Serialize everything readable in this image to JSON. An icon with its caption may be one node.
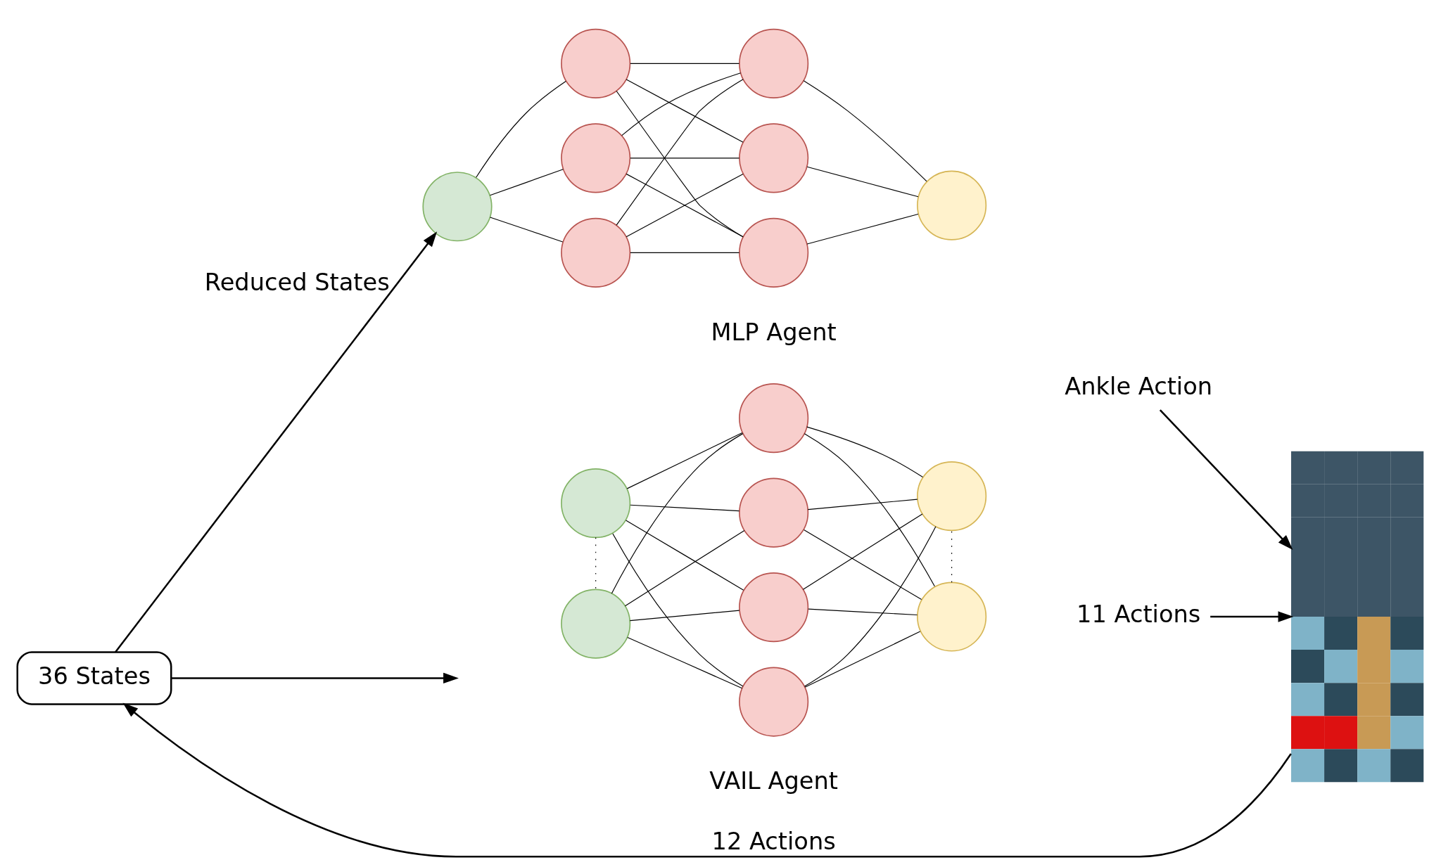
{
  "diagram": {
    "nodes": [
      {
        "text": [
          "36 States"
        ]
      },
      {
        "text": [],
        "shape": "circle"
      },
      {
        "text": [],
        "shape": "circle"
      },
      {
        "text": [],
        "shape": "circle"
      },
      {
        "text": [],
        "shape": "circle"
      },
      {
        "text": [],
        "shape": "circle"
      },
      {
        "text": [],
        "shape": "circle"
      },
      {
        "text": [],
        "shape": "circle"
      },
      {
        "text": [],
        "shape": "circle"
      },
      {
        "text": [
          "Ankle Action"
        ]
      },
      {
        "text": [],
        "shape": "circle"
      },
      {
        "text": [],
        "shape": "circle"
      },
      {
        "text": [],
        "shape": "circle"
      },
      {
        "text": [],
        "shape": "circle"
      },
      {
        "text": [],
        "shape": "circle"
      },
      {
        "text": [],
        "shape": "circle"
      },
      {
        "text": [],
        "shape": "circle"
      },
      {
        "text": [],
        "shape": "circle"
      },
      {
        "text": [
          "11 Actions"
        ]
      },
      {
        "text": [],
        "shape": "picture"
      }
    ],
    "edges": [
      {
        "from": 0,
        "to": 1,
        "arrow": "to",
        "label": "Reduced States"
      },
      {
        "from": 0,
        "to": null,
        "arrow": "to"
      },
      {
        "from": 1,
        "to": 2,
        "arrow": "none"
      },
      {
        "from": 1,
        "to": 3,
        "arrow": "none"
      },
      {
        "from": 1,
        "to": 4,
        "arrow": "none"
      },
      {
        "from": 2,
        "to": 5,
        "arrow": "none"
      },
      {
        "from": 2,
        "to": 6,
        "arrow": "none"
      },
      {
        "from": 2,
        "to": 7,
        "arrow": "none"
      },
      {
        "from": 3,
        "to": 5,
        "arrow": "none"
      },
      {
        "from": 3,
        "to": 6,
        "arrow": "none"
      },
      {
        "from": 3,
        "to": 7,
        "arrow": "none"
      },
      {
        "from": 4,
        "to": 5,
        "arrow": "none"
      },
      {
        "from": 4,
        "to": 6,
        "arrow": "none"
      },
      {
        "from": 4,
        "to": 7,
        "arrow": "none"
      },
      {
        "from": 5,
        "to": 8,
        "arrow": "none"
      },
      {
        "from": 6,
        "to": 8,
        "arrow": "none"
      },
      {
        "from": 7,
        "to": 8,
        "arrow": "none"
      },
      {
        "from": 9,
        "to": 19,
        "arrow": "to"
      },
      {
        "from": 10,
        "to": 11,
        "arrow": "none",
        "style": "dashed"
      },
      {
        "from": 10,
        "to": 12,
        "arrow": "none"
      },
      {
        "from": 10,
        "to": 13,
        "arrow": "none"
      },
      {
        "from": 10,
        "to": 14,
        "arrow": "none"
      },
      {
        "from": 10,
        "to": 15,
        "arrow": "none"
      },
      {
        "from": 11,
        "to": 12,
        "arrow": "none"
      },
      {
        "from": 11,
        "to": 13,
        "arrow": "none"
      },
      {
        "from": 11,
        "to": 14,
        "arrow": "none"
      },
      {
        "from": 11,
        "to": 15,
        "arrow": "none"
      },
      {
        "from": 12,
        "to": 16,
        "arrow": "none"
      },
      {
        "from": 12,
        "to": 17,
        "arrow": "none"
      },
      {
        "from": 13,
        "to": 16,
        "arrow": "none"
      },
      {
        "from": 13,
        "to": 17,
        "arrow": "none"
      },
      {
        "from": 14,
        "to": 16,
        "arrow": "none"
      },
      {
        "from": 14,
        "to": 17,
        "arrow": "none"
      },
      {
        "from": 15,
        "to": 16,
        "arrow": "none"
      },
      {
        "from": 15,
        "to": 17,
        "arrow": "none"
      },
      {
        "from": 16,
        "to": 17,
        "arrow": "none",
        "style": "dashed"
      },
      {
        "from": 18,
        "to": 19,
        "arrow": "to"
      },
      {
        "from": 19,
        "to": 0,
        "arrow": "to",
        "label": "12 Actions"
      }
    ],
    "labels": [
      "MLP Agent",
      "VAIL Agent"
    ]
  }
}
